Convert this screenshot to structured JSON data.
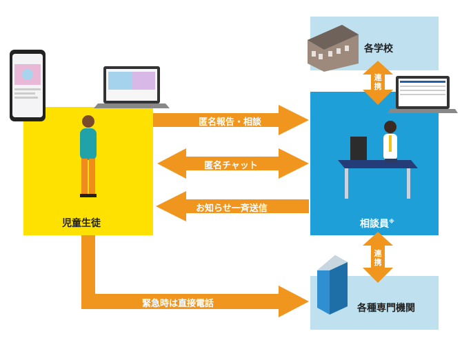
{
  "nodes": {
    "students": "児童生徒",
    "counselor": "相談員",
    "counselor_note": "※",
    "school": "各学校",
    "experts": "各種専門機関"
  },
  "arrows": {
    "report": "匿名報告・相談",
    "chat": "匿名チャット",
    "notice": "お知らせ一斉送信",
    "emergency": "緊急時は直接電話",
    "link_top": "連携",
    "link_bottom": "連携"
  },
  "colors": {
    "yellow": "#FFE100",
    "blue": "#1F9FD8",
    "light_blue": "#BFE0EF",
    "orange": "#F0951E"
  }
}
